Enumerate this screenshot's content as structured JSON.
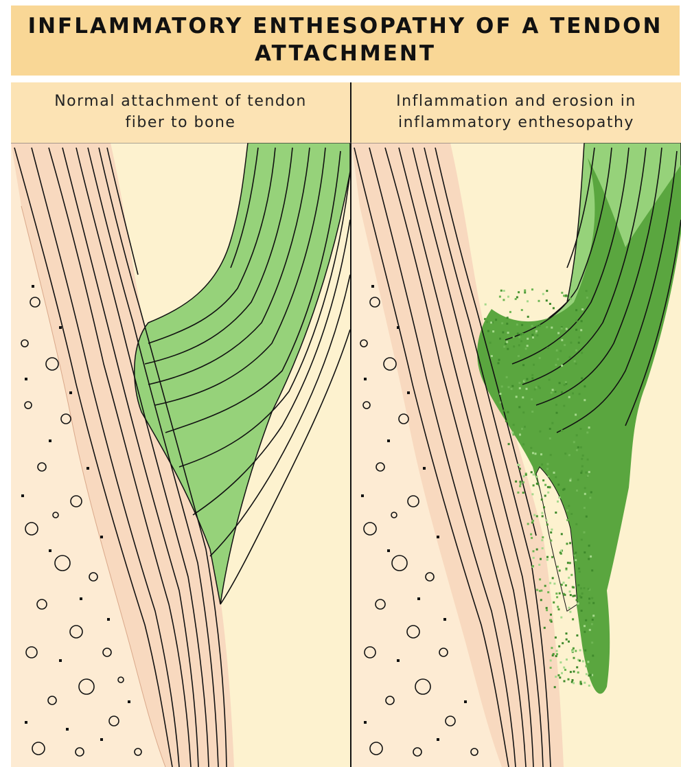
{
  "title": "INFLAMMATORY ENTHESOPATHY OF A TENDON\nATTACHMENT",
  "panels": {
    "left": {
      "caption": "Normal attachment of tendon\nfiber to bone"
    },
    "right": {
      "caption": "Inflammation and erosion in\ninflammatory enthesopathy"
    }
  },
  "colors": {
    "title_bg": "#f9d796",
    "caption_bg": "#fce3b4",
    "background": "#fdf2cf",
    "cancellous_bone": "#fdebd3",
    "cortical_bone": "#f8d9bf",
    "tendon": "#96d27a",
    "inflammation": "#4e9a36",
    "outline": "#111111"
  }
}
